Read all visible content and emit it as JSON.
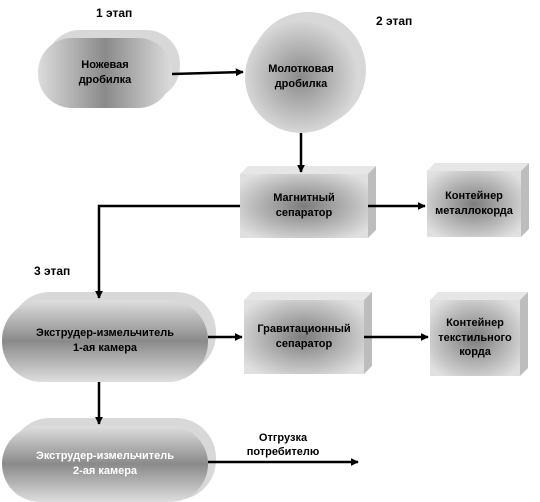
{
  "stages": {
    "stage1": "1 этап",
    "stage2": "2 этап",
    "stage3": "3 этап"
  },
  "nodes": {
    "knife_crusher": "Ножевая\nдробилка",
    "hammer_crusher": "Молотковая\nдробилка",
    "magnetic_separator": "Магнитный\nсепаратор",
    "metal_cord_container": "Контейнер\nметаллокорда",
    "extruder_1": "Экструдер-измельчитель\n1-ая камера",
    "gravity_separator": "Гравитационный\nсепаратор",
    "textile_cord_container": "Контейнер\nтекстильного\nкорда",
    "extruder_2": "Экструдер-измельчитель\n2-ая камера"
  },
  "shipment": "Отгрузка\nпотребителю",
  "colors": {
    "node_light": "#dcdcdc",
    "node_dark": "#7a7a7a",
    "shadow": "#d6d6d6",
    "edge": "#000000"
  }
}
